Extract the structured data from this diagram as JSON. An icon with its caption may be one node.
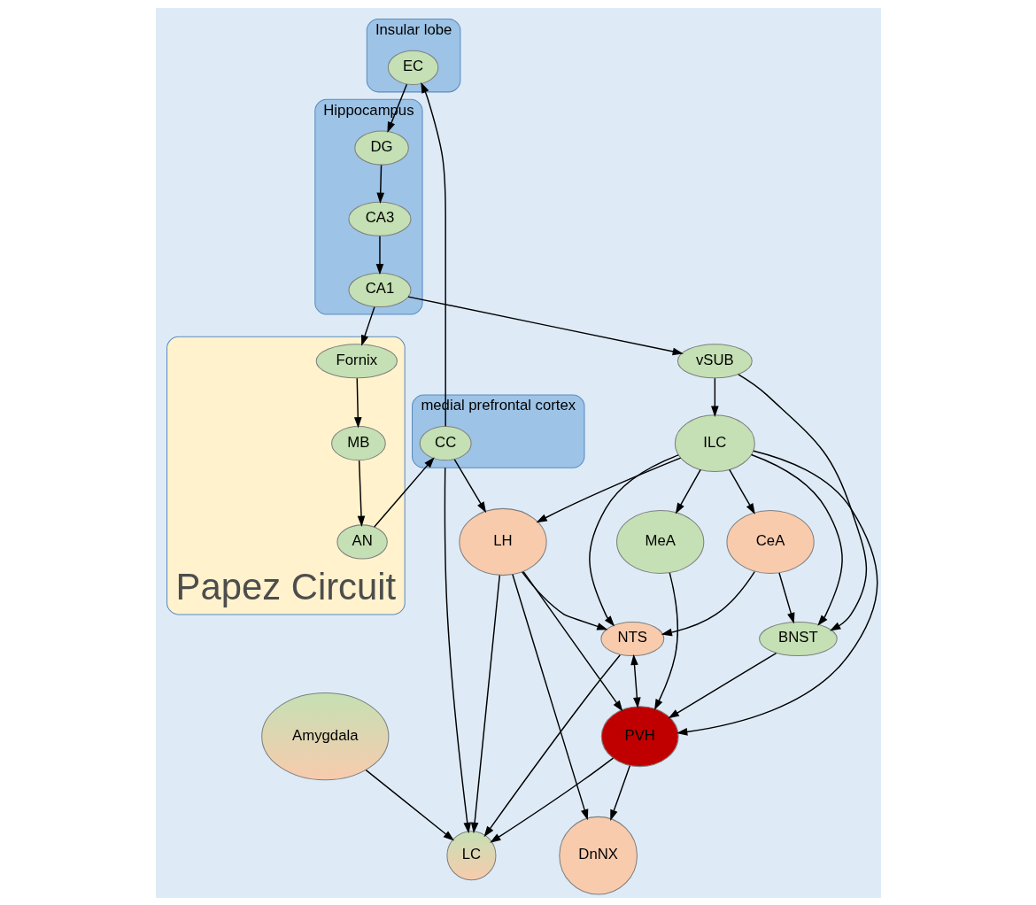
{
  "diagram": {
    "nodes": [
      {
        "text": [
          "Papez Circuit"
        ]
      },
      {
        "text": [
          "medial prefrontal cortex"
        ]
      },
      {
        "text": [
          "CC"
        ],
        "in": 1
      },
      {
        "text": [
          "Insular lobe"
        ]
      },
      {
        "text": [
          "EC"
        ],
        "in": 3
      },
      {
        "text": [
          "AN"
        ],
        "in": 0
      },
      {
        "text": [
          "MB"
        ],
        "in": 0
      },
      {
        "text": [
          "Fornix"
        ],
        "in": 0
      },
      {
        "text": [
          "Hippocampus"
        ]
      },
      {
        "text": [
          "DG"
        ],
        "in": 8
      },
      {
        "text": [
          "CA3"
        ],
        "in": 8
      },
      {
        "text": [
          "CA1"
        ],
        "in": 8
      },
      {
        "text": [
          "vSUB"
        ]
      },
      {
        "text": [
          "LH"
        ]
      },
      {
        "text": [
          "ILC"
        ]
      },
      {
        "text": [
          "Amygdala"
        ]
      },
      {
        "text": [
          "MeA"
        ]
      },
      {
        "text": [
          "CeA"
        ]
      },
      {
        "text": [
          "BNST"
        ]
      },
      {
        "text": [
          "NTS"
        ]
      },
      {
        "text": [
          "LC"
        ]
      },
      {
        "text": [
          "DnNX"
        ]
      },
      {
        "text": [
          "PVH"
        ]
      }
    ],
    "edges": [
      {
        "from": 5,
        "to": 2,
        "arrow": "to"
      },
      {
        "from": 6,
        "to": 5,
        "arrow": "to"
      },
      {
        "from": 7,
        "to": 6,
        "arrow": "to"
      },
      {
        "from": 11,
        "to": 7,
        "arrow": "to"
      },
      {
        "from": 2,
        "to": 4,
        "arrow": "to"
      },
      {
        "from": 4,
        "to": 9,
        "arrow": "to"
      },
      {
        "from": 9,
        "to": 10,
        "arrow": "to"
      },
      {
        "from": 10,
        "to": 11,
        "arrow": "to"
      },
      {
        "from": 11,
        "to": 12,
        "arrow": "to"
      },
      {
        "from": 2,
        "to": 13,
        "arrow": "to"
      },
      {
        "from": 1,
        "to": 20,
        "arrow": "to"
      },
      {
        "from": 14,
        "to": 13,
        "arrow": "to"
      },
      {
        "from": 12,
        "to": 14,
        "arrow": "to"
      },
      {
        "from": 12,
        "to": 18,
        "arrow": "to"
      },
      {
        "from": 14,
        "to": 16,
        "arrow": "to"
      },
      {
        "from": 14,
        "to": 17,
        "arrow": "to"
      },
      {
        "from": 14,
        "to": 19,
        "arrow": "to"
      },
      {
        "from": 14,
        "to": 18,
        "arrow": "to"
      },
      {
        "from": 14,
        "to": 22,
        "arrow": "to"
      },
      {
        "from": 16,
        "to": 22,
        "arrow": "to"
      },
      {
        "from": 17,
        "to": 18,
        "arrow": "to"
      },
      {
        "from": 17,
        "to": 19,
        "arrow": "to"
      },
      {
        "from": 15,
        "to": 20,
        "arrow": "to"
      },
      {
        "from": 13,
        "to": 21,
        "arrow": "to"
      },
      {
        "from": 13,
        "to": 20,
        "arrow": "to"
      },
      {
        "from": 13,
        "to": 22,
        "arrow": "to"
      },
      {
        "from": 13,
        "to": 19,
        "arrow": "to"
      },
      {
        "from": 19,
        "to": 20,
        "arrow": "to"
      },
      {
        "from": 19,
        "to": 22,
        "arrow": "both"
      },
      {
        "from": 22,
        "to": 20,
        "arrow": "to"
      },
      {
        "from": 18,
        "to": 22,
        "arrow": "to"
      },
      {
        "from": 22,
        "to": 21,
        "arrow": "to"
      }
    ]
  }
}
